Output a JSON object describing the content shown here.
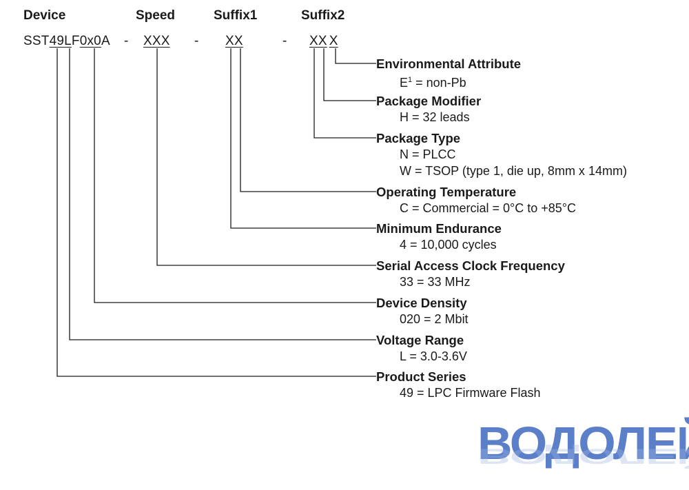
{
  "headers": {
    "device": "Device",
    "speed": "Speed",
    "suffix1": "Suffix1",
    "suffix2": "Suffix2"
  },
  "part_number": {
    "prefix": "SST",
    "series": "49",
    "voltage": "L",
    "f": "F",
    "density": "0x0",
    "a": "A",
    "dash1": "-",
    "speed": "XXX",
    "dash2": "-",
    "suffix1": "XX",
    "dash3": "-",
    "suffix2_pkg": "XX",
    "suffix2_env": "X"
  },
  "attributes": [
    {
      "title": "Environmental Attribute",
      "values": [
        {
          "pre": "E",
          "sup": "1",
          "post": " = non-Pb"
        }
      ]
    },
    {
      "title": "Package Modifier",
      "values": [
        {
          "pre": "H = 32 leads"
        }
      ]
    },
    {
      "title": "Package Type",
      "values": [
        {
          "pre": "N = PLCC"
        },
        {
          "pre": "W = TSOP (type 1, die up, 8mm x 14mm)"
        }
      ]
    },
    {
      "title": "Operating Temperature",
      "values": [
        {
          "pre": "C = Commercial = 0°C to +85°C"
        }
      ]
    },
    {
      "title": "Minimum Endurance",
      "values": [
        {
          "pre": "4 = 10,000 cycles"
        }
      ]
    },
    {
      "title": "Serial Access Clock Frequency",
      "values": [
        {
          "pre": "33 = 33 MHz"
        }
      ]
    },
    {
      "title": "Device Density",
      "values": [
        {
          "pre": "020 = 2 Mbit"
        }
      ]
    },
    {
      "title": "Voltage Range",
      "values": [
        {
          "pre": "L = 3.0-3.6V"
        }
      ]
    },
    {
      "title": "Product Series",
      "values": [
        {
          "pre": "49 = LPC Firmware Flash"
        }
      ]
    }
  ],
  "watermark": "ВОДОЛЕЙ"
}
